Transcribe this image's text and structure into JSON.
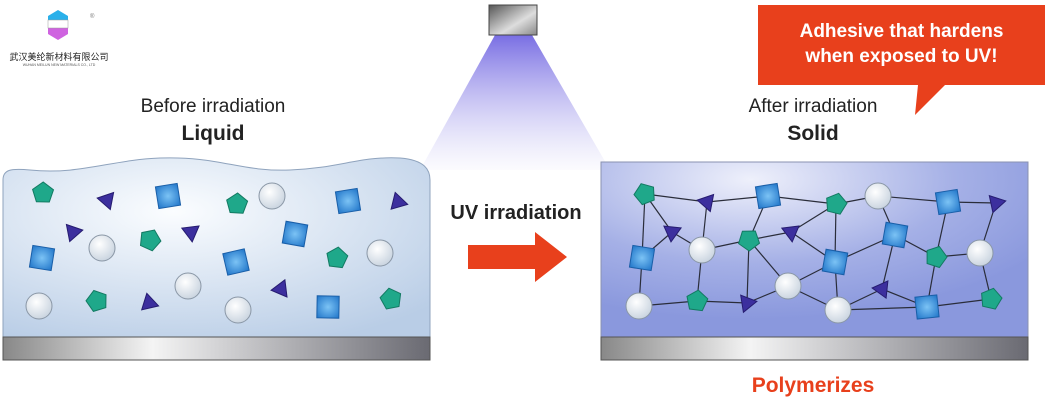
{
  "logo": {
    "company_cn": "武汉美纶新材料有限公司",
    "company_en": "WUHAN MEILUN NEW MATERIALS CO., LTD",
    "mark": "®"
  },
  "before": {
    "caption": "Before irradiation",
    "state": "Liquid"
  },
  "after": {
    "caption": "After irradiation",
    "state": "Solid"
  },
  "process": {
    "label": "UV irradiation"
  },
  "callout": {
    "line1": "Adhesive that hardens",
    "line2": "when exposed to UV!"
  },
  "result": {
    "label": "Polymerizes"
  },
  "colors": {
    "accent": "#e8401c",
    "pentagon": "#1fa88a",
    "square": "#2f86d6",
    "triangle": "#3c2f9e",
    "circle": "#e8eef4"
  }
}
